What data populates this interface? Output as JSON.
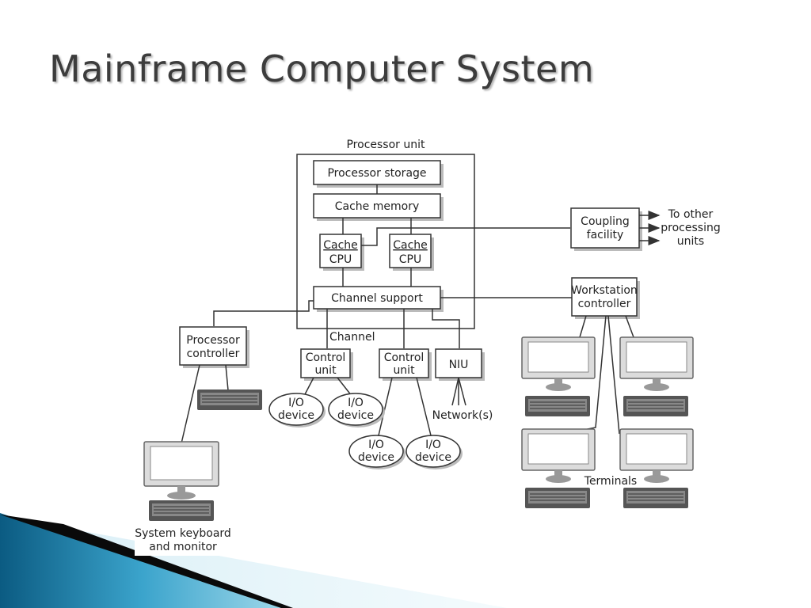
{
  "title": "Mainframe Computer System",
  "diagram": {
    "processor_unit": "Processor unit",
    "processor_storage": "Processor storage",
    "cache_memory": "Cache memory",
    "cpu1": {
      "cache": "Cache",
      "cpu": "CPU"
    },
    "cpu2": {
      "cache": "Cache",
      "cpu": "CPU"
    },
    "channel_support": "Channel support",
    "channel": "Channel",
    "coupling_facility": [
      "Coupling",
      "facility"
    ],
    "to_other_processing_units": [
      "To other",
      "processing",
      "units"
    ],
    "workstation_controller": [
      "Workstation",
      "controller"
    ],
    "processor_controller": [
      "Processor",
      "controller"
    ],
    "control_unit_1": [
      "Control",
      "unit"
    ],
    "control_unit_2": [
      "Control",
      "unit"
    ],
    "niu": "NIU",
    "networks": "Network(s)",
    "io_device": [
      "I/O",
      "device"
    ],
    "terminals": "Terminals",
    "system_keyboard_monitor": [
      "System keyboard",
      "and monitor"
    ]
  },
  "colors": {
    "accent_dark": "#0b3d5c",
    "accent_light": "#3fa3c9",
    "title": "#3c3c3c"
  }
}
